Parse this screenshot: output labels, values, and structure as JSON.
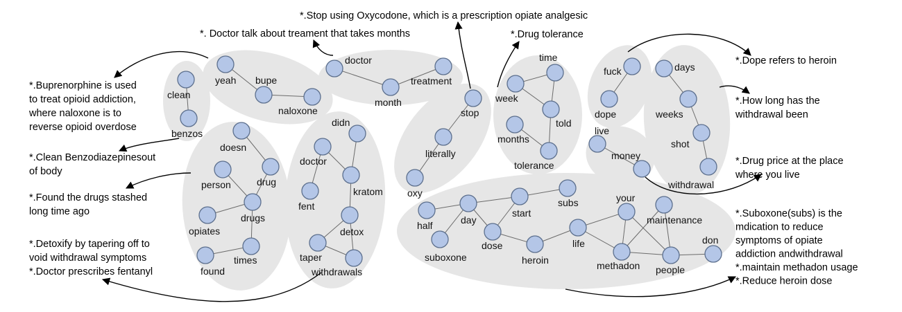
{
  "clusters": [
    {
      "id": "c_benzos",
      "nodes": [
        {
          "id": "clean",
          "label": "clean"
        },
        {
          "id": "benzos",
          "label": "benzos"
        }
      ]
    },
    {
      "id": "c_bupe",
      "nodes": [
        {
          "id": "yeah",
          "label": "yeah"
        },
        {
          "id": "bupe",
          "label": "bupe"
        },
        {
          "id": "naloxone",
          "label": "naloxone"
        }
      ]
    },
    {
      "id": "c_doctor",
      "nodes": [
        {
          "id": "doctor",
          "label": "doctor"
        },
        {
          "id": "month",
          "label": "month"
        },
        {
          "id": "treatment",
          "label": "treatment"
        }
      ]
    },
    {
      "id": "c_drugs",
      "nodes": [
        {
          "id": "doesn",
          "label": "doesn"
        },
        {
          "id": "drug",
          "label": "drug"
        },
        {
          "id": "person",
          "label": "person"
        },
        {
          "id": "drugs",
          "label": "drugs"
        },
        {
          "id": "opiates",
          "label": "opiates"
        },
        {
          "id": "times",
          "label": "times"
        },
        {
          "id": "found",
          "label": "found"
        }
      ]
    },
    {
      "id": "c_kratom",
      "nodes": [
        {
          "id": "didn",
          "label": "didn"
        },
        {
          "id": "doctor2",
          "label": "doctor"
        },
        {
          "id": "fent",
          "label": "fent"
        },
        {
          "id": "kratom",
          "label": "kratom"
        },
        {
          "id": "detox",
          "label": "detox"
        },
        {
          "id": "taper",
          "label": "taper"
        },
        {
          "id": "withdrawals",
          "label": "withdrawals"
        }
      ]
    },
    {
      "id": "c_stop",
      "nodes": [
        {
          "id": "stop",
          "label": "stop"
        },
        {
          "id": "literally",
          "label": "literally"
        },
        {
          "id": "oxy",
          "label": "oxy"
        }
      ]
    },
    {
      "id": "c_tolerance",
      "nodes": [
        {
          "id": "time",
          "label": "time"
        },
        {
          "id": "week",
          "label": "week"
        },
        {
          "id": "told",
          "label": "told"
        },
        {
          "id": "months",
          "label": "months"
        },
        {
          "id": "tolerance",
          "label": "tolerance"
        }
      ]
    },
    {
      "id": "c_dope",
      "nodes": [
        {
          "id": "fuck",
          "label": "fuck"
        },
        {
          "id": "dope",
          "label": "dope"
        }
      ]
    },
    {
      "id": "c_money",
      "nodes": [
        {
          "id": "live",
          "label": "live"
        },
        {
          "id": "money",
          "label": "money"
        }
      ]
    },
    {
      "id": "c_days",
      "nodes": [
        {
          "id": "days",
          "label": "days"
        },
        {
          "id": "weeks",
          "label": "weeks"
        },
        {
          "id": "shot",
          "label": "shot"
        },
        {
          "id": "withdrawal",
          "label": "withdrawal"
        }
      ]
    },
    {
      "id": "c_subs",
      "nodes": [
        {
          "id": "half",
          "label": "half"
        },
        {
          "id": "day",
          "label": "day"
        },
        {
          "id": "start",
          "label": "start"
        },
        {
          "id": "subs",
          "label": "subs"
        },
        {
          "id": "suboxone",
          "label": "suboxone"
        },
        {
          "id": "dose",
          "label": "dose"
        },
        {
          "id": "heroin",
          "label": "heroin"
        },
        {
          "id": "life",
          "label": "life"
        },
        {
          "id": "your",
          "label": "your"
        },
        {
          "id": "maintenance",
          "label": "maintenance"
        },
        {
          "id": "methadon",
          "label": "methadon"
        },
        {
          "id": "people",
          "label": "people"
        },
        {
          "id": "don",
          "label": "don"
        }
      ]
    }
  ],
  "edges": [
    [
      "clean",
      "benzos"
    ],
    [
      "yeah",
      "bupe"
    ],
    [
      "bupe",
      "naloxone"
    ],
    [
      "doctor",
      "month"
    ],
    [
      "month",
      "treatment"
    ],
    [
      "doesn",
      "drug"
    ],
    [
      "drug",
      "drugs"
    ],
    [
      "person",
      "drugs"
    ],
    [
      "opiates",
      "drugs"
    ],
    [
      "drugs",
      "times"
    ],
    [
      "times",
      "found"
    ],
    [
      "didn",
      "kratom"
    ],
    [
      "doctor2",
      "kratom"
    ],
    [
      "doctor2",
      "fent"
    ],
    [
      "kratom",
      "detox"
    ],
    [
      "detox",
      "taper"
    ],
    [
      "detox",
      "withdrawals"
    ],
    [
      "taper",
      "withdrawals"
    ],
    [
      "stop",
      "literally"
    ],
    [
      "literally",
      "oxy"
    ],
    [
      "week",
      "time"
    ],
    [
      "week",
      "told"
    ],
    [
      "time",
      "told"
    ],
    [
      "told",
      "tolerance"
    ],
    [
      "months",
      "tolerance"
    ],
    [
      "fuck",
      "dope"
    ],
    [
      "live",
      "money"
    ],
    [
      "days",
      "weeks"
    ],
    [
      "weeks",
      "shot"
    ],
    [
      "shot",
      "withdrawal"
    ],
    [
      "half",
      "day"
    ],
    [
      "day",
      "suboxone"
    ],
    [
      "day",
      "dose"
    ],
    [
      "day",
      "start"
    ],
    [
      "start",
      "subs"
    ],
    [
      "start",
      "dose"
    ],
    [
      "dose",
      "heroin"
    ],
    [
      "heroin",
      "life"
    ],
    [
      "life",
      "your"
    ],
    [
      "life",
      "methadon"
    ],
    [
      "your",
      "methadon"
    ],
    [
      "your",
      "people"
    ],
    [
      "maintenance",
      "methadon"
    ],
    [
      "maintenance",
      "people"
    ],
    [
      "methadon",
      "people"
    ],
    [
      "people",
      "don"
    ]
  ],
  "annotations": [
    {
      "id": "a_bupe",
      "lines": [
        "*.Buprenorphine is used",
        "to treat opioid addiction,",
        "where naloxone is to",
        "reverse opioid overdose"
      ]
    },
    {
      "id": "a_benzos",
      "lines": [
        "*.Clean Benzodiazepinesout",
        "of body"
      ]
    },
    {
      "id": "a_drugs",
      "lines": [
        "*.Found the drugs stashed",
        "long time ago"
      ]
    },
    {
      "id": "a_detox",
      "lines": [
        "*.Detoxify by tapering off to",
        "void withdrawal symptoms",
        "*.Doctor prescribes fentanyl"
      ]
    },
    {
      "id": "a_doctor",
      "lines": [
        "*. Doctor talk about treament that takes months"
      ]
    },
    {
      "id": "a_stop",
      "lines": [
        "*.Stop using Oxycodone, which is a prescription opiate analgesic"
      ]
    },
    {
      "id": "a_tolerance",
      "lines": [
        "*.Drug tolerance"
      ]
    },
    {
      "id": "a_dope",
      "lines": [
        "*.Dope refers to heroin"
      ]
    },
    {
      "id": "a_days",
      "lines": [
        "*.How long has the",
        "withdrawal been"
      ]
    },
    {
      "id": "a_money",
      "lines": [
        "*.Drug price at the place",
        "where you live"
      ]
    },
    {
      "id": "a_subs",
      "lines": [
        "*.Suboxone(subs) is the",
        "mdication to reduce",
        "symptoms of opiate",
        "addiction andwithdrawal",
        "*.maintain methadon usage",
        "*.Reduce heroin dose"
      ]
    }
  ]
}
